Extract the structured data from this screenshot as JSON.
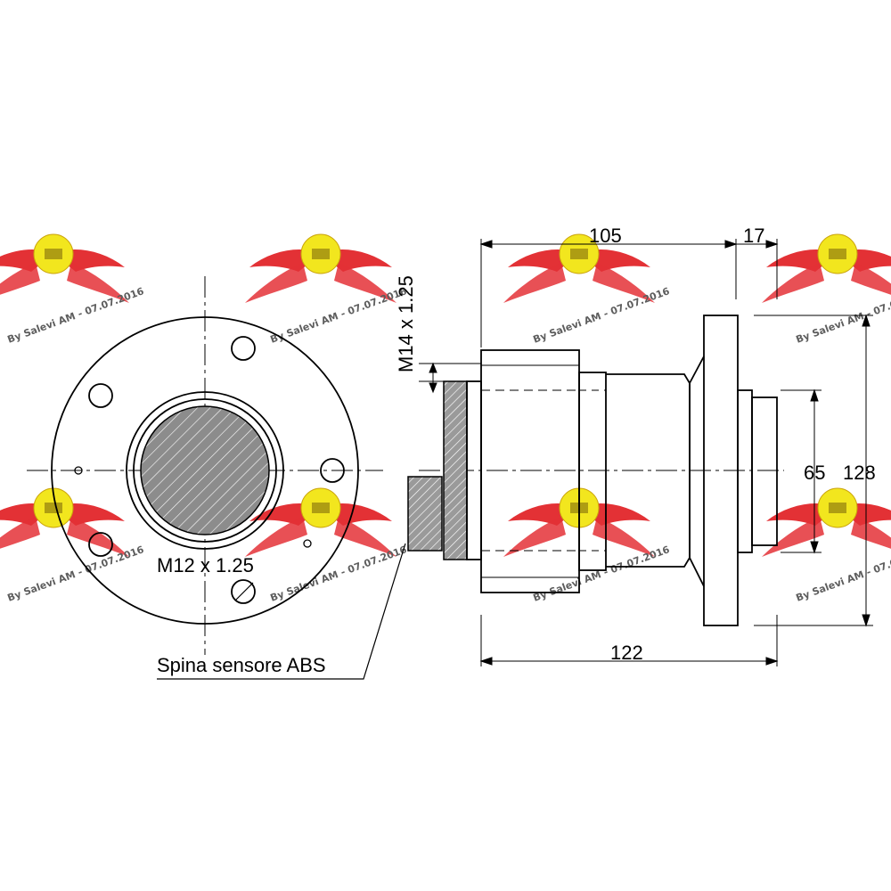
{
  "dimensions": {
    "overall_stub_length": "105",
    "flange_thickness": "17",
    "pilot_diameter": "65",
    "flange_diameter": "128",
    "overall_length": "122"
  },
  "threads": {
    "stud_thread": "M12 x 1.25",
    "axle_thread": "M14 x 1.25"
  },
  "callouts": {
    "abs_sensor": "Spina sensore ABS"
  },
  "watermark": {
    "text": "By Salevi AM - 07.07.2016",
    "logo_colors": [
      "#e2262b",
      "#f2e512"
    ]
  },
  "colors": {
    "line": "#000000",
    "hatch_fill": "#8c8c8c",
    "background": "#ffffff"
  }
}
